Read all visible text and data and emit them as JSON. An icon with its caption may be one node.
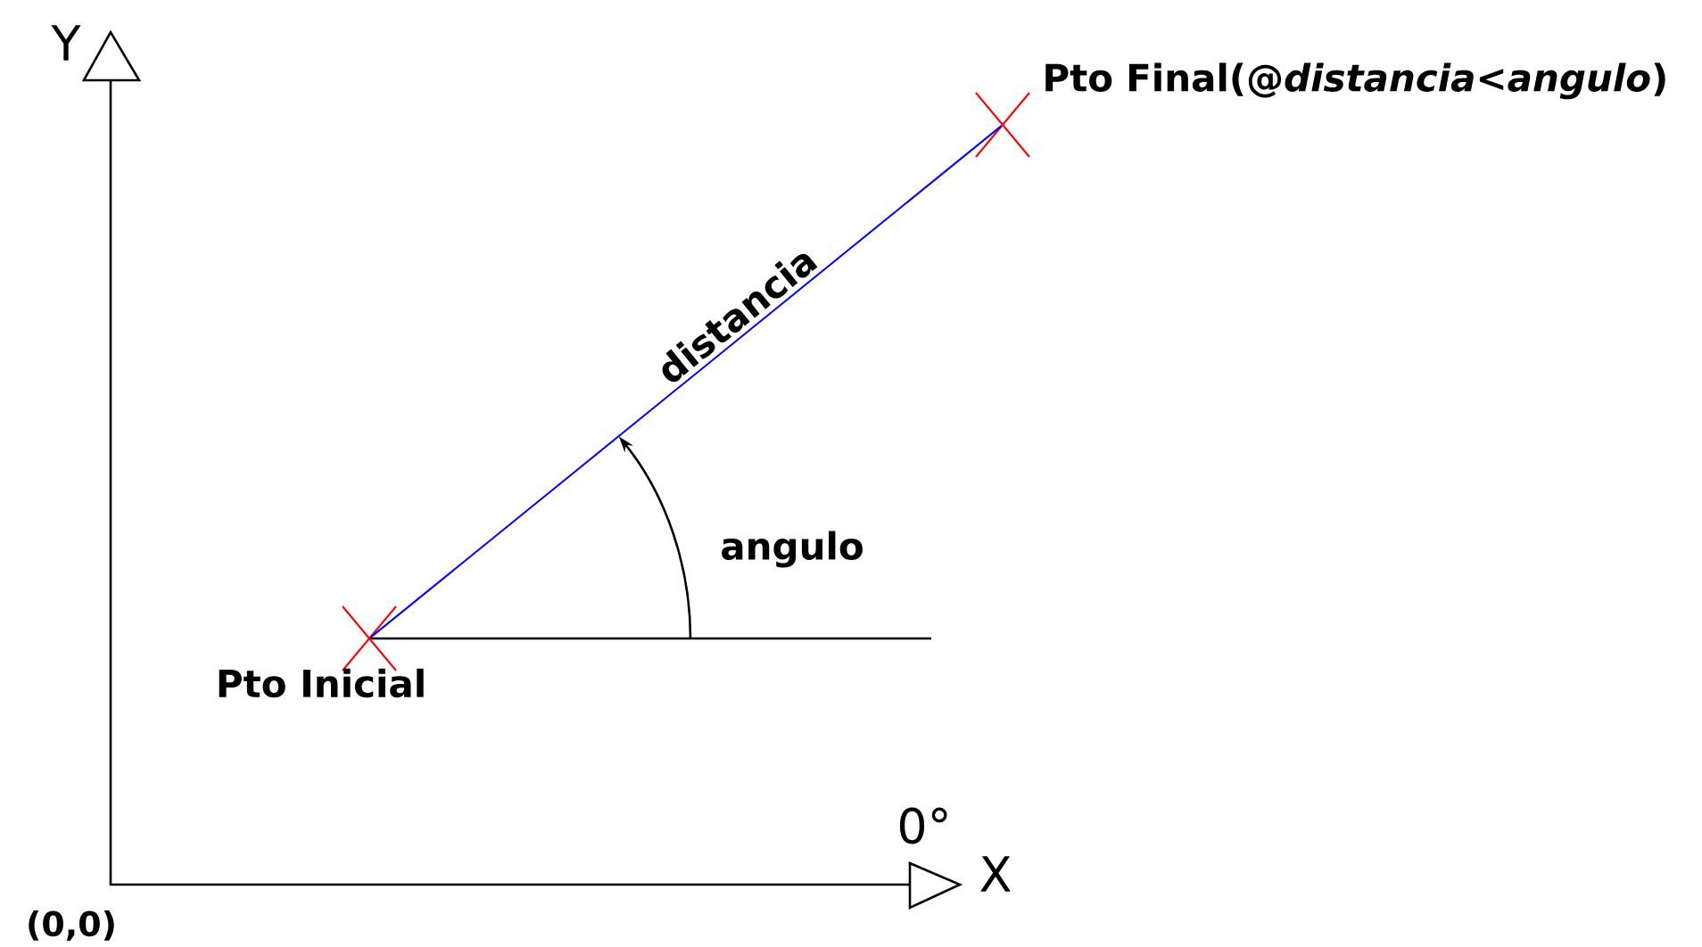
{
  "diagram": {
    "nodes": [
      {
        "text": [],
        "shape": "cross",
        "beside": [
          "Pto Inicial"
        ]
      },
      {
        "text": [],
        "shape": "cross",
        "beside": [
          "Pto Final(@*distancia*<*angulo*)"
        ]
      }
    ],
    "edges": [
      {
        "from": 0,
        "to": 1,
        "arrow": "none",
        "label": "distancia",
        "color": "#0000ff"
      }
    ],
    "labels": [
      "Y",
      "angulo",
      "0°",
      "X",
      "(0,0)"
    ]
  }
}
